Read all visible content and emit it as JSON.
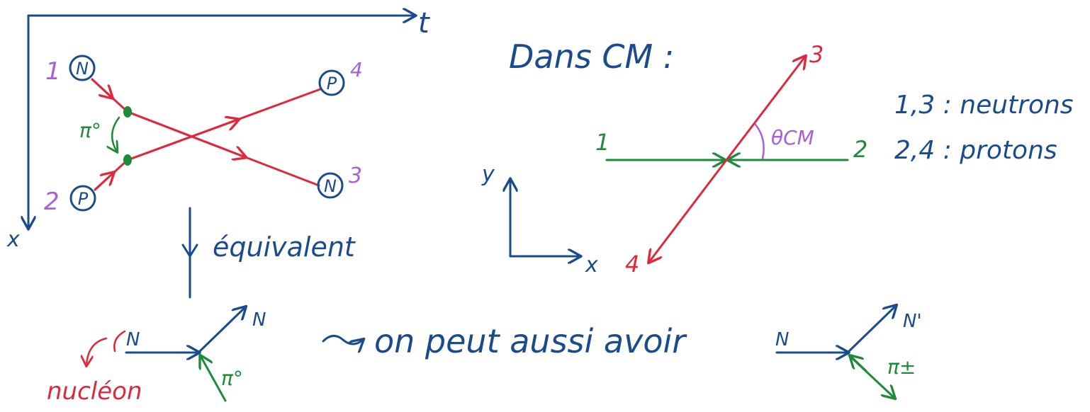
{
  "colors": {
    "blue": "#1a4b8c",
    "red": "#e0283c",
    "green": "#1e8b3a",
    "purple": "#a95fd6"
  },
  "feynman": {
    "axis_t": "t",
    "axis_x": "x",
    "n1_index": "1",
    "n1_symbol": "N",
    "p2_index": "2",
    "p2_symbol": "P",
    "p4_index": "4",
    "p4_symbol": "P",
    "n3_index": "3",
    "n3_symbol": "N",
    "exchange": "π°"
  },
  "equivalent": {
    "label": "équivalent",
    "vertex1": {
      "in": "N",
      "out": "N",
      "meson": "π°"
    },
    "nucleon_note": "nucléon",
    "arrow_text": "on peut aussi avoir",
    "vertex2": {
      "in": "N",
      "out": "N'",
      "meson": "π±"
    }
  },
  "cm": {
    "title": "Dans CM :",
    "label_1": "1",
    "label_2": "2",
    "label_3": "3",
    "label_4": "4",
    "angle": "θCM",
    "axis_y": "y",
    "axis_x": "x"
  },
  "legend": {
    "line1": "1,3 : neutrons",
    "line2": "2,4 : protons"
  }
}
